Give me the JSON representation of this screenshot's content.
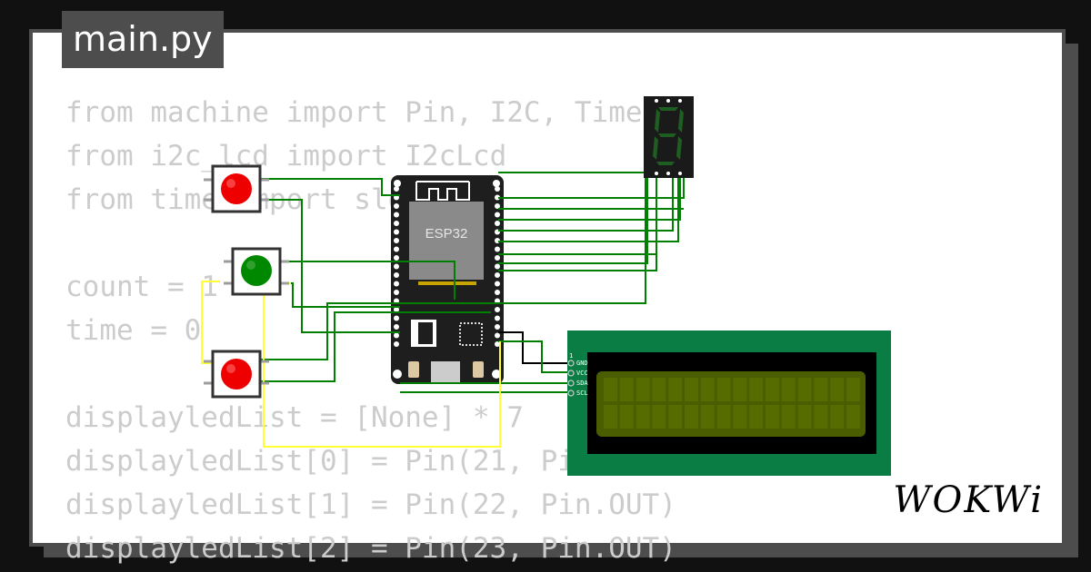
{
  "file_tab": {
    "label": "main.py"
  },
  "code_lines": [
    "from machine import Pin, I2C, Timer",
    "from i2c_lcd import I2cLcd",
    "from time import sleep",
    "",
    "count = 1",
    "time = 0",
    "",
    "displayledList = [None] * 7",
    "displayledList[0] = Pin(21, Pin.OUT)",
    "displayledList[1] = Pin(22, Pin.OUT)",
    "displayledList[2] = Pin(23, Pin.OUT)"
  ],
  "esp32": {
    "label": "ESP32"
  },
  "lcd": {
    "pin_index": "1",
    "pins": [
      "GND",
      "VCC",
      "SDA",
      "SCL"
    ]
  },
  "components": {
    "button_top": {
      "color": "red"
    },
    "button_middle": {
      "color": "green"
    },
    "button_bottom": {
      "color": "red"
    },
    "seven_segment": {
      "color": "green"
    },
    "lcd_display": {
      "type": "16x2 I2C"
    }
  },
  "colors": {
    "background": "#111111",
    "card": "#ffffff",
    "frame": "#4d4d4d",
    "code_text": "#cccccc",
    "wire_green": "#008000",
    "wire_yellow": "#ffff33",
    "lcd_board": "#0a7d44",
    "lcd_screen": "#4a5d00",
    "button_red": "#ee0000",
    "button_green": "#008800"
  },
  "brand": {
    "logo_text": "WOKWi"
  }
}
